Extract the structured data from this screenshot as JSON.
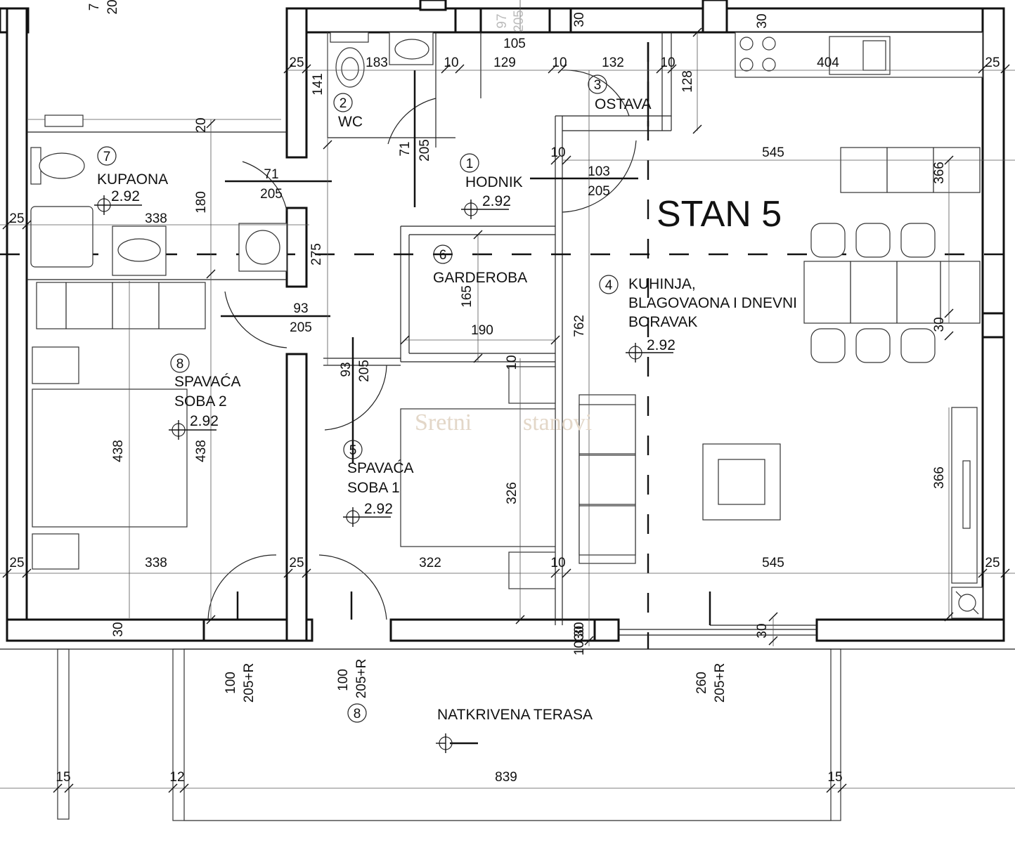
{
  "plan": {
    "title": "STAN 5",
    "watermark": {
      "left": "Sretni",
      "right": "stanovi"
    },
    "rooms": [
      {
        "num": "1",
        "name": [
          "HODNIK"
        ],
        "level": "2.92"
      },
      {
        "num": "2",
        "name": [
          "WC"
        ],
        "level": ""
      },
      {
        "num": "3",
        "name": [
          "OSTAVA"
        ],
        "level": ""
      },
      {
        "num": "4",
        "name": [
          "KUHINJA,",
          "BLAGOVAONA I DNEVNI",
          "BORAVAK"
        ],
        "level": "2.92"
      },
      {
        "num": "5",
        "name": [
          "SPAVAĆA",
          "SOBA 1"
        ],
        "level": "2.92"
      },
      {
        "num": "6",
        "name": [
          "GARDEROBA"
        ],
        "level": ""
      },
      {
        "num": "7",
        "name": [
          "KUPAONA"
        ],
        "level": "2.92"
      },
      {
        "num": "8",
        "name": [
          "SPAVAĆA",
          "SOBA 2"
        ],
        "level": "2.92"
      },
      {
        "num": "8",
        "name": [],
        "level": ""
      }
    ],
    "terrace": "NATKRIVENA TERASA",
    "dimensions": [
      "105",
      "183",
      "129",
      "132",
      "404",
      "10",
      "10",
      "10",
      "25",
      "25",
      "25",
      "25",
      "25",
      "25",
      "141",
      "128",
      "20",
      "30",
      "30",
      "30",
      "30",
      "30",
      "30",
      "71",
      "205",
      "71",
      "205",
      "103",
      "205",
      "10",
      "10",
      "10",
      "545",
      "545",
      "366",
      "366",
      "338",
      "338",
      "338",
      "180",
      "275",
      "93",
      "205",
      "93",
      "205",
      "165",
      "190",
      "762",
      "438",
      "438",
      "326",
      "322",
      "100",
      "205+R",
      "100",
      "205+R",
      "260",
      "205+R",
      "15",
      "12",
      "15",
      "839",
      "97",
      "205",
      "7",
      "20",
      "1030"
    ]
  }
}
